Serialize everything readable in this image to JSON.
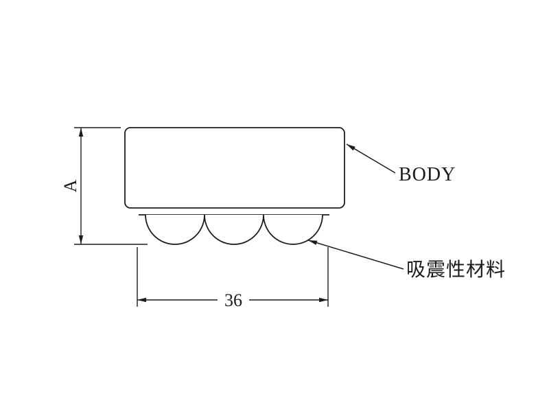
{
  "diagram": {
    "dimension_a_label": "A",
    "dimension_width_label": "36",
    "body_label": "BODY",
    "material_label": "吸震性材料",
    "line_color": "#1c1c1c"
  }
}
